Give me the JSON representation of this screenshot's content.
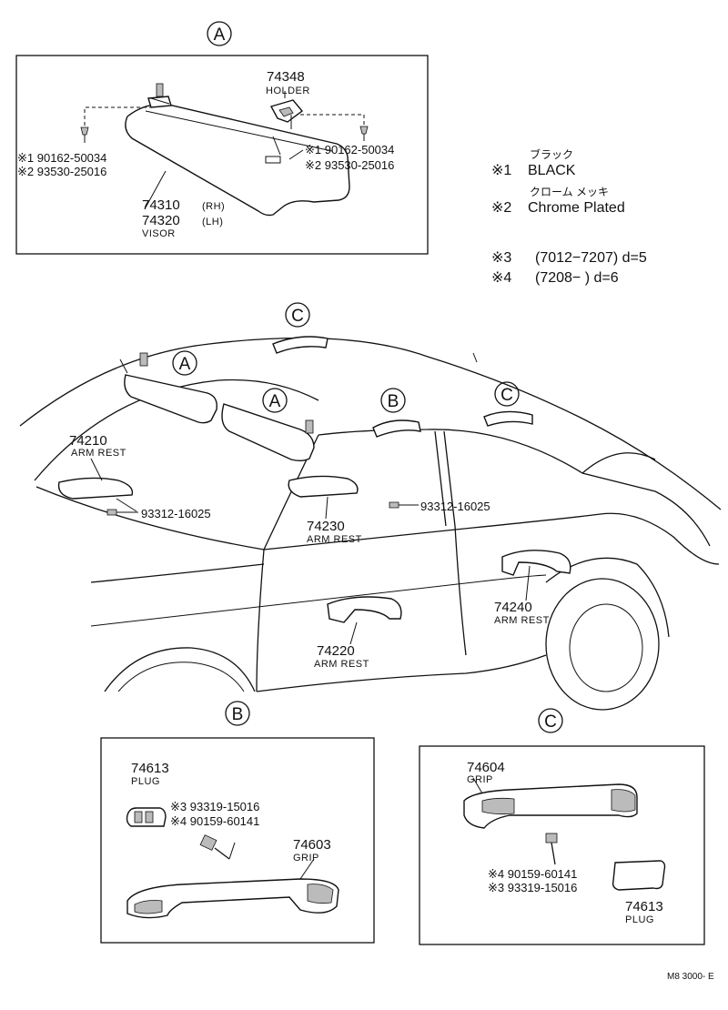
{
  "callouts": {
    "a": "A",
    "b": "B",
    "c": "C"
  },
  "panel_a": {
    "holder_number": "74348",
    "holder_label": "HOLDER",
    "left_screw_note_1": "※1 90162-50034",
    "left_screw_note_2": "※2 93530-25016",
    "right_screw_note_1": "※1  90162-50034",
    "right_screw_note_2": "※2  93530-25016",
    "visor_rh_number": "74310",
    "visor_rh_suffix": "(RH)",
    "visor_lh_number": "74320",
    "visor_lh_suffix": "(LH)",
    "visor_label": "VISOR"
  },
  "legend": {
    "note1_mark": "※1",
    "note1_kana": "ブラック",
    "note1_text": "BLACK",
    "note2_mark": "※2",
    "note2_kana": "クローム  メッキ",
    "note2_text": "Chrome Plated",
    "note3_mark": "※3",
    "note3_text": "(7012−7207) d=5",
    "note4_mark": "※4",
    "note4_text": "(7208−       ) d=6"
  },
  "car": {
    "armrest_74210_number": "74210",
    "armrest_74210_label": "ARM REST",
    "screw_left_number": "93312-16025",
    "armrest_74230_number": "74230",
    "armrest_74230_label": "ARM REST",
    "screw_right_number": "93312-16025",
    "armrest_74240_number": "74240",
    "armrest_74240_label": "ARM REST",
    "armrest_74220_number": "74220",
    "armrest_74220_label": "ARM  REST"
  },
  "panel_b": {
    "plug_number": "74613",
    "plug_label": "PLUG",
    "note_3": "※3 93319-15016",
    "note_4": "※4 90159-60141",
    "grip_number": "74603",
    "grip_label": "GRIP"
  },
  "panel_c": {
    "grip_number": "74604",
    "grip_label": "GRIP",
    "note_4": "※4 90159-60141",
    "note_3": "※3 93319-15016",
    "plug_number": "74613",
    "plug_label": "PLUG"
  },
  "footer": {
    "code": "M8 3000- E"
  }
}
